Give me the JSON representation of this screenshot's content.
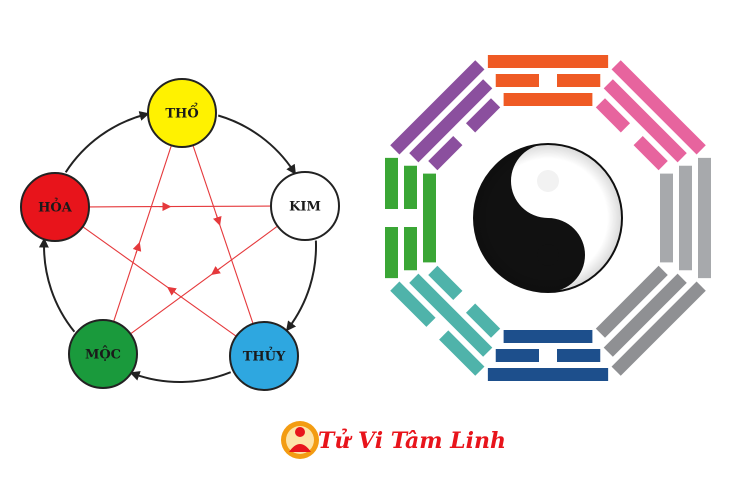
{
  "wuxing": {
    "elements": [
      {
        "id": "tho",
        "label": "THỔ",
        "color": "#fff200",
        "text_color": "#1a1a1a"
      },
      {
        "id": "kim",
        "label": "KIM",
        "color": "#ffffff",
        "text_color": "#1a1a1a"
      },
      {
        "id": "thuy",
        "label": "THỦY",
        "color": "#2ea7e0",
        "text_color": "#1a1a1a"
      },
      {
        "id": "moc",
        "label": "MỘC",
        "color": "#1a9a3c",
        "text_color": "#1a1a1a"
      },
      {
        "id": "hoa",
        "label": "HỎA",
        "color": "#e8141b",
        "text_color": "#1a1a1a"
      }
    ],
    "generating_cycle_color": "#222222",
    "controlling_cycle_color": "#e5393c"
  },
  "bagua": {
    "trigrams": [
      {
        "name": "top",
        "color": "#ef5a24"
      },
      {
        "name": "top-right",
        "color": "#e7649e"
      },
      {
        "name": "right",
        "color": "#a7a9ac"
      },
      {
        "name": "bottom-right",
        "color": "#8f9093"
      },
      {
        "name": "bottom",
        "color": "#1d4f8c"
      },
      {
        "name": "bottom-left",
        "color": "#4fb3aa"
      },
      {
        "name": "left",
        "color": "#3aa635"
      },
      {
        "name": "top-left",
        "color": "#8b4f9e"
      }
    ]
  },
  "brand": {
    "name": "Tử Vi Tâm Linh",
    "color": "#e8141b",
    "logo_color": "#f39c12"
  }
}
